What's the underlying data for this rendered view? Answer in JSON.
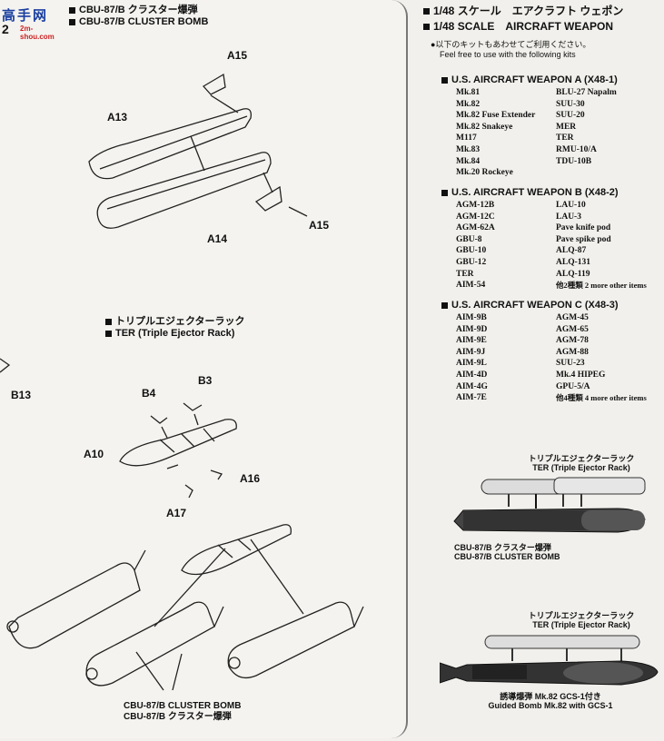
{
  "page_number": "2",
  "logo": {
    "text_cn": "高手网",
    "url": "2m-shou.com"
  },
  "left": {
    "header_jp": "CBU-87/B クラスター爆弾",
    "header_en": "CBU-87/B CLUSTER BOMB",
    "ter_jp": "トリプルエジェクターラック",
    "ter_en": "TER (Triple Ejector Rack)",
    "parts": {
      "a15_top": "A15",
      "a13": "A13",
      "a14": "A14",
      "a15_bottom": "A15",
      "b13": "B13",
      "b3": "B3",
      "b4": "B4",
      "a10": "A10",
      "a16": "A16",
      "a17": "A17"
    },
    "bottom_en": "CBU-87/B CLUSTER BOMB",
    "bottom_jp": "CBU-87/B クラスター爆弾"
  },
  "right": {
    "scale_jp": "1/48 スケール　エアクラフト ウェポン",
    "scale_en": "1/48 SCALE　AIRCRAFT WEAPON",
    "note_jp": "●以下のキットもあわせてご利用ください。",
    "note_en": "Feel free to use with the following kits",
    "sections": [
      {
        "title": "U.S. AIRCRAFT WEAPON A (X48-1)",
        "col1": [
          "Mk.81",
          "Mk.82",
          "Mk.82 Fuse Extender",
          "Mk.82 Snakeye",
          "M117",
          "Mk.83",
          "Mk.84",
          "Mk.20 Rockeye"
        ],
        "col2": [
          "BLU-27 Napalm",
          "SUU-30",
          "SUU-20",
          "MER",
          "TER",
          "RMU-10/A",
          "TDU-10B"
        ]
      },
      {
        "title": "U.S. AIRCRAFT WEAPON B (X48-2)",
        "col1": [
          "AGM-12B",
          "AGM-12C",
          "AGM-62A",
          "GBU-8",
          "GBU-10",
          "GBU-12",
          "TER",
          "AIM-54"
        ],
        "col2": [
          "LAU-10",
          "LAU-3",
          "Pave knife pod",
          "Pave spike pod",
          "ALQ-87",
          "ALQ-131",
          "ALQ-119",
          "他2種類 2 more other items"
        ]
      },
      {
        "title": "U.S. AIRCRAFT WEAPON C (X48-3)",
        "col1": [
          "AIM-9B",
          "AIM-9D",
          "AIM-9E",
          "AIM-9J",
          "AIM-9L",
          "AIM-4D",
          "AIM-4G",
          "AIM-7E"
        ],
        "col2": [
          "AGM-45",
          "AGM-65",
          "AGM-78",
          "AGM-88",
          "SUU-23",
          "Mk.4 HIPEG",
          "GPU-5/A",
          "他4種類 4 more other items"
        ]
      }
    ],
    "fig1": {
      "top_jp": "トリプルエジェクターラック",
      "top_en": "TER (Triple Ejector Rack)",
      "bottom_en": "CBU-87/B クラスター爆弾",
      "bottom_en2": "CBU-87/B CLUSTER BOMB"
    },
    "fig2": {
      "top_jp": "トリプルエジェクターラック",
      "top_en": "TER (Triple Ejector Rack)",
      "bottom_jp": "誘導爆弾 Mk.82 GCS-1付き",
      "bottom_en": "Guided Bomb Mk.82 with GCS-1"
    }
  }
}
